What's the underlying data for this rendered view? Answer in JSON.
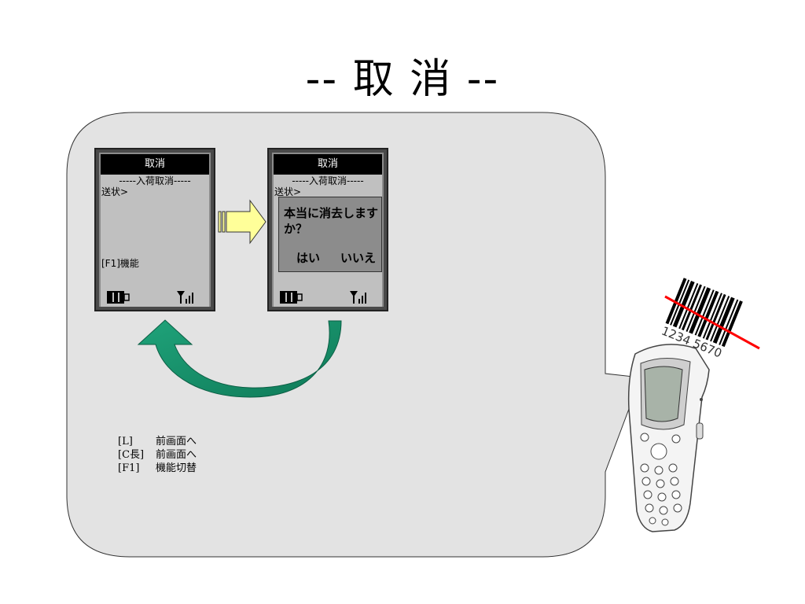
{
  "title": "-- 取 消 --",
  "screen1": {
    "header": "取消",
    "subtitle": "-----入荷取消-----",
    "field": "送状>",
    "function_hint": "[F1]機能"
  },
  "screen2": {
    "header": "取消",
    "subtitle": "-----入荷取消-----",
    "field": "送状>",
    "dialog_message": "本当に消去しますか？",
    "yes_label": "はい",
    "no_label": "いいえ"
  },
  "legend": [
    {
      "key": "[L]",
      "text": "前画面へ"
    },
    {
      "key": "[C長]",
      "text": "前画面へ"
    },
    {
      "key": "[F1]",
      "text": "機能切替"
    }
  ],
  "barcode_number": "1234 5670",
  "colors": {
    "callout_fill": "#e3e3e3",
    "arrow_yellow": "#ffff99",
    "arrow_teal": "#1fa37a",
    "scan_line": "#ff0000"
  }
}
